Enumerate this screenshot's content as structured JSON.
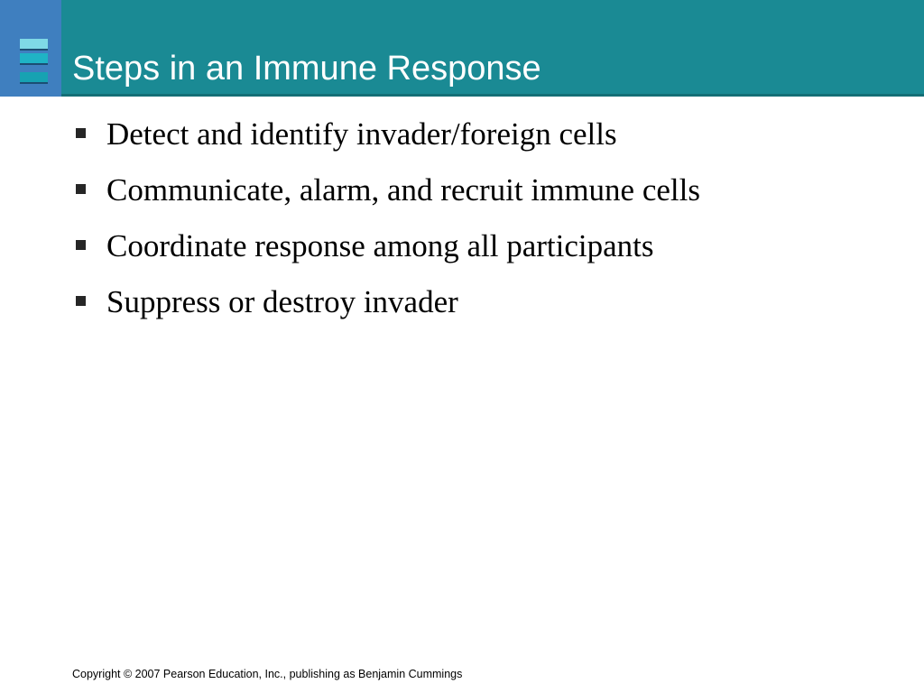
{
  "slide": {
    "title": "Steps in an Immune Response",
    "bullets": [
      "Detect and identify invader/foreign cells",
      "Communicate, alarm, and recruit immune cells",
      "Coordinate response among all participants",
      "Suppress or destroy invader"
    ],
    "footer": "Copyright © 2007 Pearson Education, Inc., publishing as Benjamin Cummings"
  },
  "colors": {
    "header_background": "#1a8a94",
    "logo_background": "#3f7fbf",
    "title_text": "#ffffff",
    "body_text": "#000000"
  },
  "icons": {
    "logo": "stacked-bars-logo-icon",
    "bullet": "square-bullet-icon"
  }
}
